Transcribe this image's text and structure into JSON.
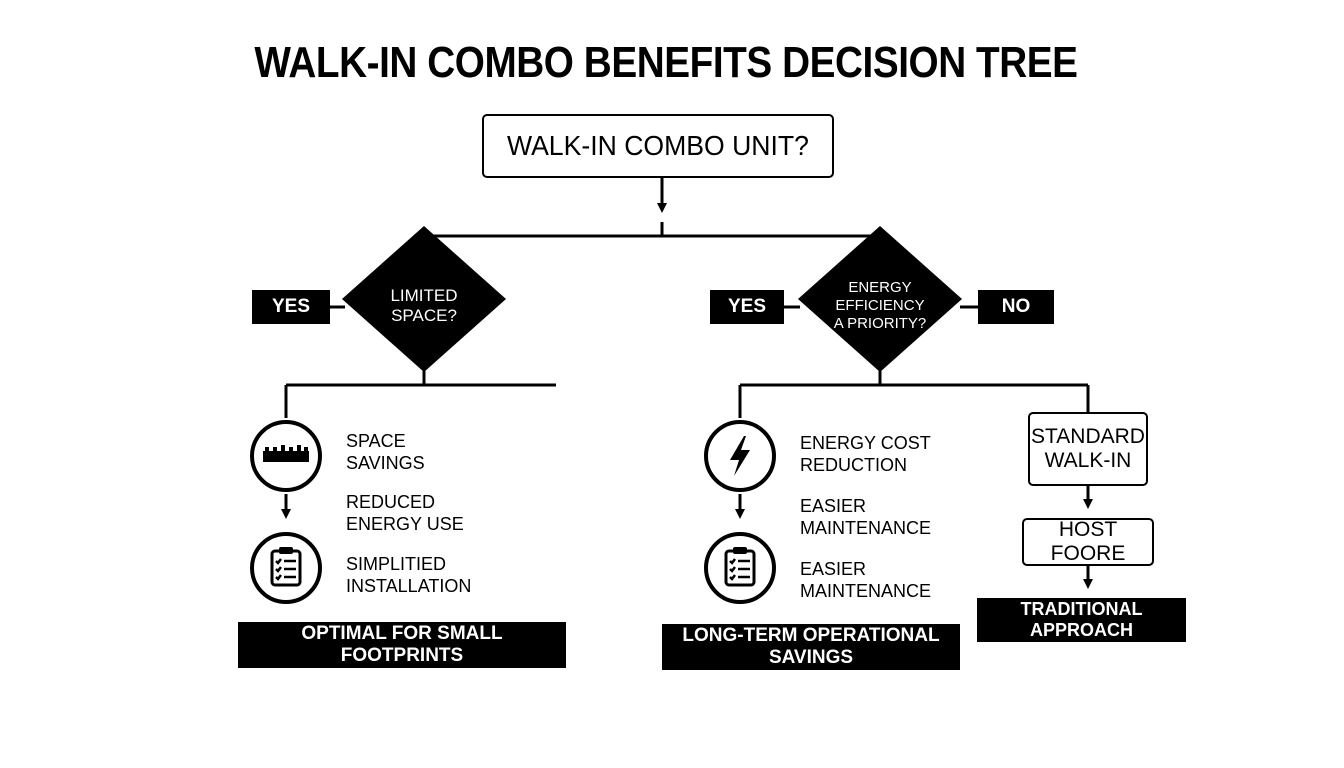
{
  "title": "WALK-IN COMBO BENEFITS DECISION TREE",
  "root": {
    "label": "WALK-IN COMBO UNIT?"
  },
  "left": {
    "question": "LIMITED\nSPACE?",
    "yes_label": "YES",
    "benefits": [
      "SPACE\nSAVINGS",
      "REDUCED\nENERGY USE",
      "SIMPLITIED\nINSTALLATION"
    ],
    "icons": [
      "ruler-icon",
      "clipboard-checklist-icon"
    ],
    "result": "OPTIMAL FOR SMALL FOOTPRINTS"
  },
  "right": {
    "question": "ENERGY EFFICIENCY\nA PRIORITY?",
    "yes_label": "YES",
    "no_label": "NO",
    "benefits": [
      "ENERGY COST\nREDUCTION",
      "EASIER\nMAINTENANCE",
      "EASIER\nMAINTENANCE"
    ],
    "icons": [
      "lightning-bolt-icon",
      "clipboard-checklist-icon"
    ],
    "result": "LONG-TERM OPERATIONAL SAVINGS"
  },
  "no_branch": {
    "box1": "STANDARD\nWALK-IN",
    "box2": "HOST FOORE",
    "result": "TRADITIONAL APPROACH"
  }
}
